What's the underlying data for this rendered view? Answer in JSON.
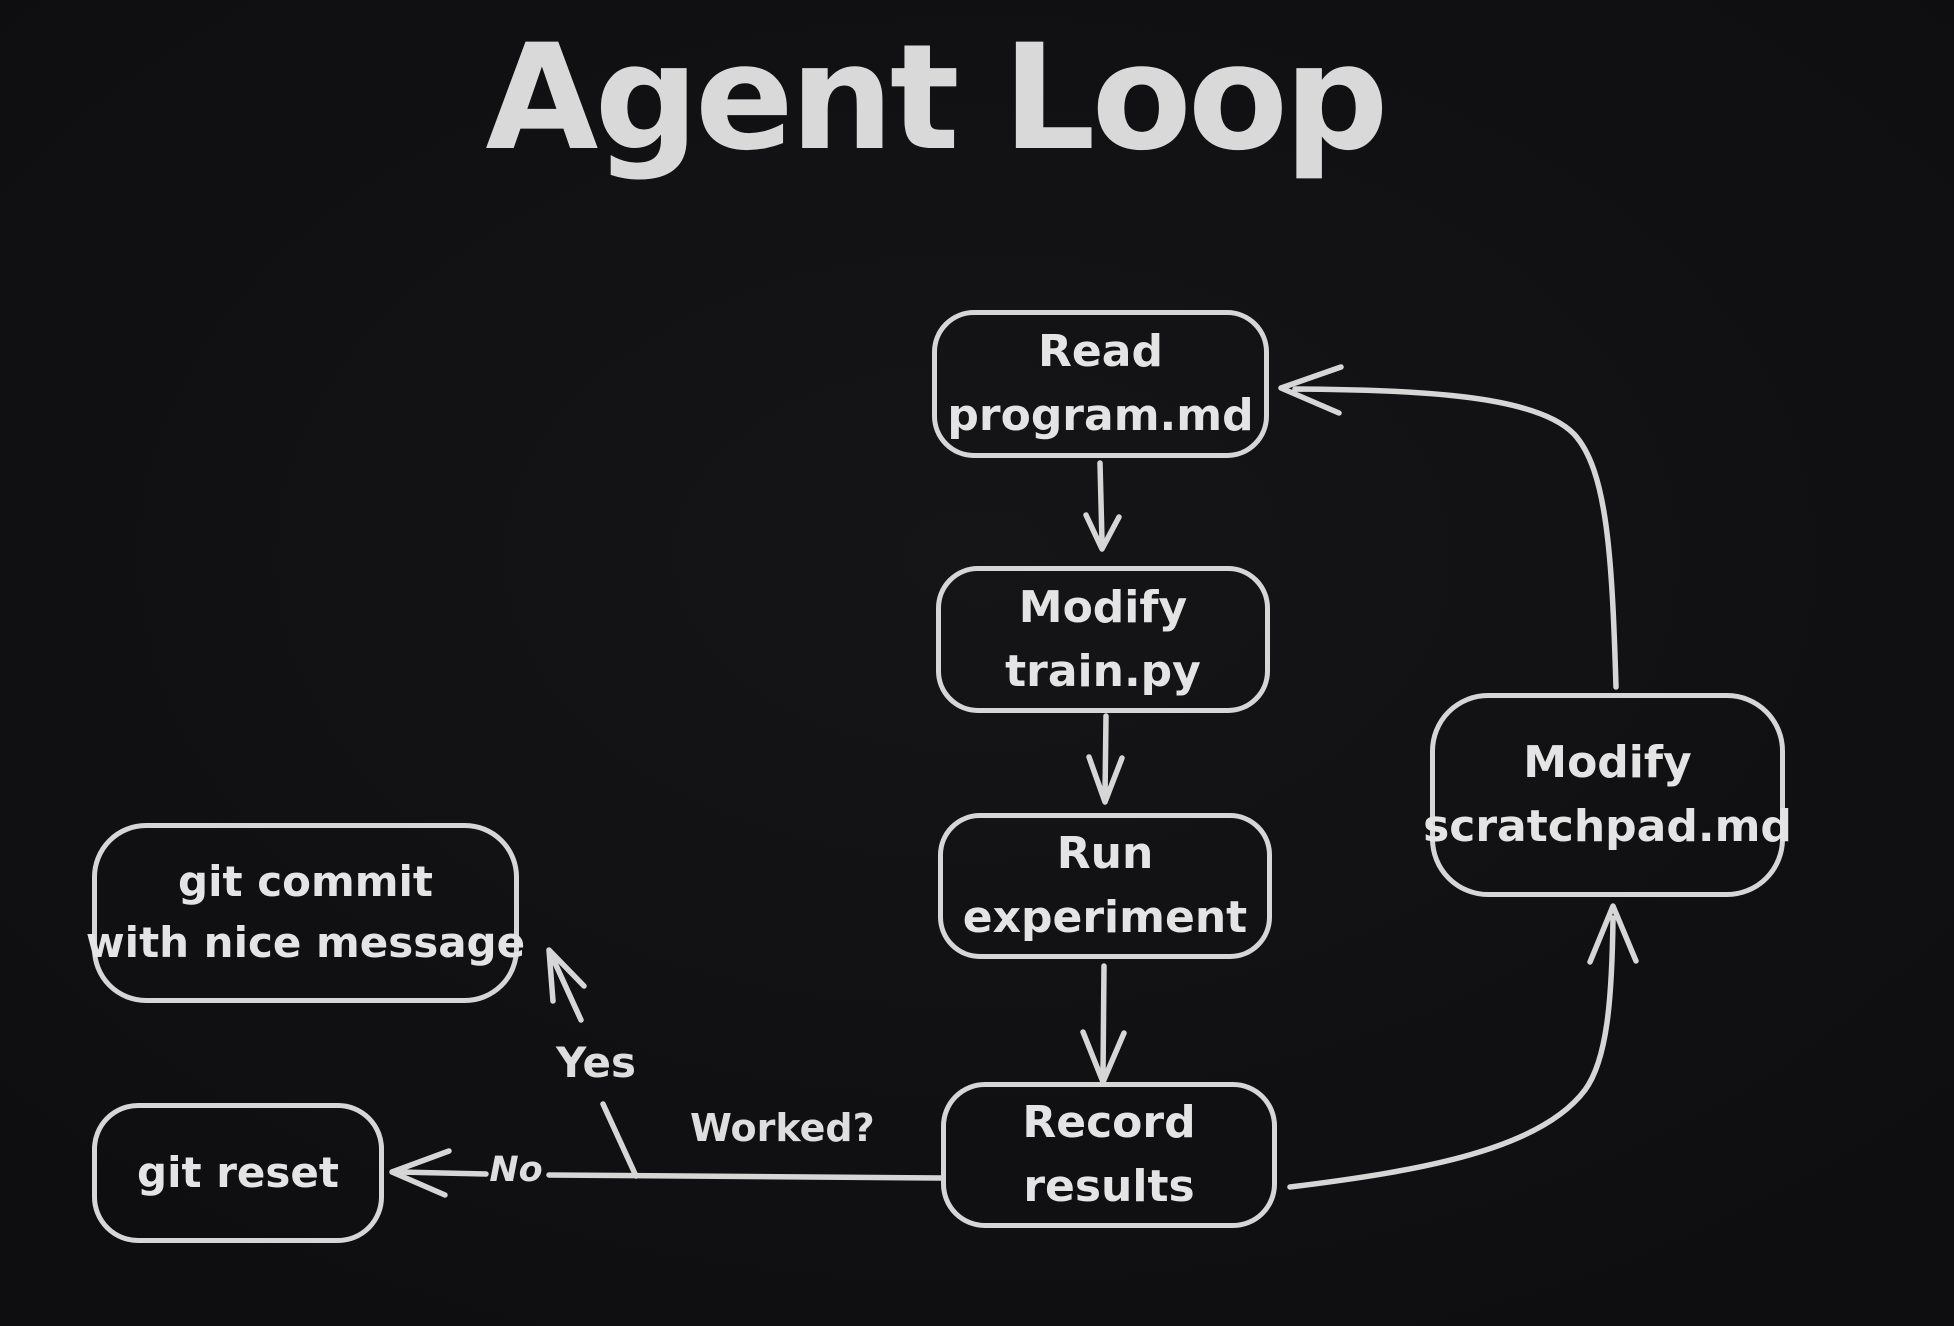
{
  "title": "Agent Loop",
  "colors": {
    "background": "#111113",
    "stroke": "#d6d6d6",
    "text": "#e4e4e4"
  },
  "nodes": {
    "read_program": {
      "line1": "Read",
      "line2": "program.md"
    },
    "modify_train": {
      "line1": "Modify",
      "line2": "train.py"
    },
    "run_experiment": {
      "line1": "Run",
      "line2": "experiment"
    },
    "record_results": {
      "line1": "Record",
      "line2": "results"
    },
    "modify_scratchpad": {
      "line1": "Modify",
      "line2": "scratchpad.md"
    },
    "git_commit": {
      "line1": "git commit",
      "line2": "with nice message"
    },
    "git_reset": {
      "line1": "git reset"
    }
  },
  "edge_labels": {
    "worked": "Worked?",
    "yes": "Yes",
    "no": "No"
  }
}
